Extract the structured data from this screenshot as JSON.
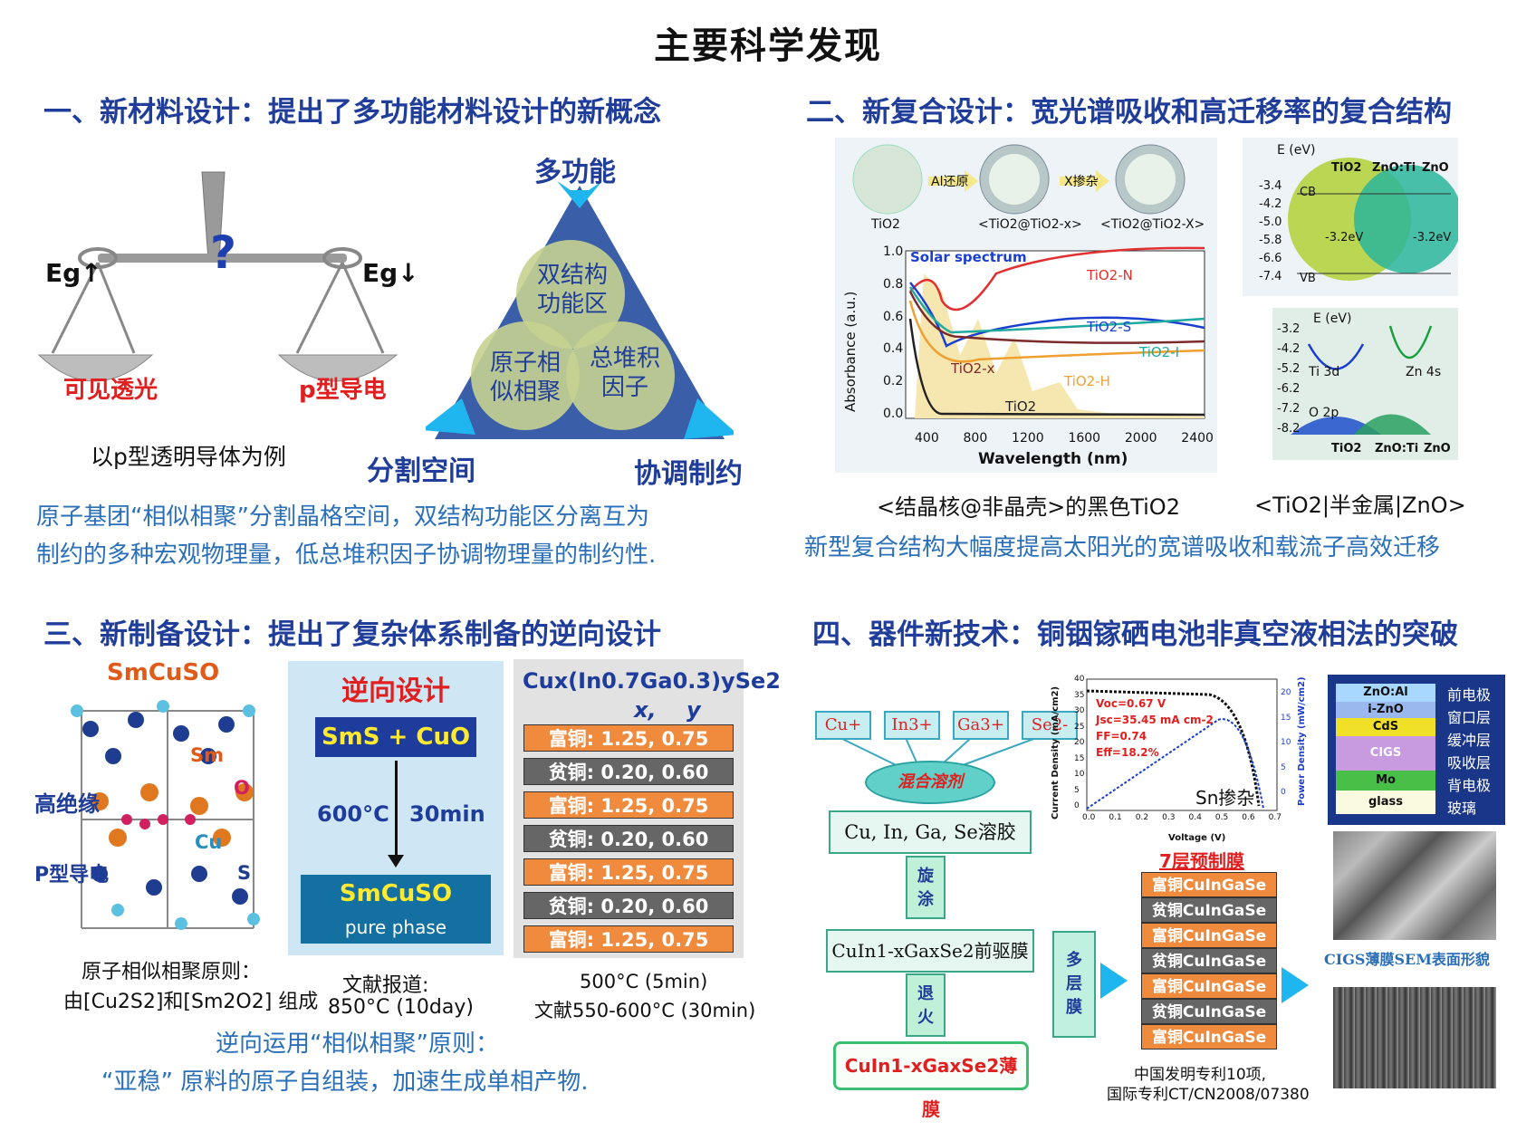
{
  "title": "主要科学发现",
  "s1": {
    "heading": "一、新材料设计：提出了多功能材料设计的新概念",
    "eg_up": "Eg↑",
    "eg_down": "Eg↓",
    "question": "?",
    "left_pan": "可见透光",
    "right_pan": "p型导电",
    "example": "以p型透明导体为例",
    "tri_top": "多功能",
    "tri_left": "分割空间",
    "tri_right": "协调制约",
    "c1": "双结构\n功能区",
    "c2": "原子相\n似相聚",
    "c3": "总堆积\n因子",
    "caption1": "原子基团“相似相聚”分割晶格空间，双结构功能区分离互为",
    "caption2": "制约的多种宏观物理量，低总堆积因子协调物理量的制约性."
  },
  "s2": {
    "heading": "二、新复合设计：宽光谱吸收和高迁移率的复合结构",
    "tio2": "TiO2",
    "al": "Al还原",
    "x": "X掺杂",
    "core1": "<TiO2@TiO2-x>",
    "core2": "<TiO2@TiO2-X>",
    "solar": "Solar spectrum",
    "series": [
      "TiO2-N",
      "TiO2-S",
      "TiO2-I",
      "TiO2-x",
      "TiO2-H",
      "TiO2"
    ],
    "ylabel": "Absorbance (a.u.)",
    "xlabel": "Wavelength (nm)",
    "xticks": [
      "400",
      "800",
      "1200",
      "1600",
      "2000",
      "2400"
    ],
    "yticks": [
      "0.0",
      "0.2",
      "0.4",
      "0.6",
      "0.8",
      "1.0"
    ],
    "band_e": "E (eV)",
    "band_labels": [
      "TiO2",
      "ZnO:Ti",
      "ZnO"
    ],
    "band_yticks": [
      "-3.4",
      "-4.2",
      "-5.0",
      "-5.8",
      "-6.6",
      "-7.4"
    ],
    "cb": "CB",
    "vb": "VB",
    "ev1": "-3.2eV",
    "ev2": "-3.2eV",
    "band2_yticks": [
      "-3.2",
      "-4.2",
      "-5.2",
      "-6.2",
      "-7.2",
      "-8.2"
    ],
    "ti3d": "Ti 3d",
    "zn4s": "Zn 4s",
    "o2p": "O 2p",
    "label_left": "<结晶核@非晶壳>的黑色TiO2",
    "label_right": "<TiO2|半金属|ZnO>",
    "caption": "新型复合结构大幅度提高太阳光的宽谱吸收和载流子高效迁移"
  },
  "s3": {
    "heading": "三、新制备设计：提出了复杂体系制备的逆向设计",
    "smcuso": "SmCuSO",
    "sm": "Sm",
    "o": "O",
    "cu": "Cu",
    "s": "S",
    "insul": "高绝缘",
    "ptype": "P型导电",
    "principle1": "原子相似相聚原则：",
    "principle2": "由[Cu2S2]和[Sm2O2] 组成",
    "rev_title": "逆向设计",
    "reactants": "SmS + CuO",
    "temp": "600°C",
    "time": "30min",
    "product": "SmCuSO",
    "phase": "pure phase",
    "lit1": "文献报道:",
    "lit2": "850°C (10day)",
    "formula": "Cux(In0.7Ga0.3)ySe2",
    "xy": "x,    y",
    "layers": [
      "富铜: 1.25, 0.75",
      "贫铜: 0.20, 0.60",
      "富铜: 1.25, 0.75",
      "贫铜: 0.20, 0.60",
      "富铜: 1.25, 0.75",
      "贫铜: 0.20, 0.60",
      "富铜: 1.25, 0.75"
    ],
    "cond1": "500°C (5min)",
    "cond2": "文献550-600°C (30min)",
    "caption1": "逆向运用“相似相聚”原则：",
    "caption2": "“亚稳” 原料的原子自组装，加速生成单相产物."
  },
  "s4": {
    "heading": "四、器件新技术：铜铟镓硒电池非真空液相法的突破",
    "ions": [
      "Cu+",
      "In3+",
      "Ga3+",
      "Se2-"
    ],
    "mix": "混合溶剂",
    "sol": "Cu, In, Ga, Se溶胶",
    "spin": "旋\n涂",
    "precursor": "CuIn1-xGaxSe2前驱膜",
    "anneal": "退\n火",
    "film": "CuIn1-xGaxSe2薄膜",
    "multi": "多\n层\n膜",
    "jv": {
      "voc": "Voc=0.67 V",
      "jsc": "Jsc=35.45 mA cm-2",
      "ff": "FF=0.74",
      "eff": "Eff=18.2%",
      "sn": "Sn掺杂",
      "ylabel": "Current Density (mA/cm2)",
      "y2label": "Power Density (mW/cm2)",
      "xlabel": "Voltage (V)",
      "yticks": [
        "0",
        "5",
        "10",
        "15",
        "20",
        "25",
        "30",
        "35",
        "40"
      ],
      "y2ticks": [
        "0",
        "5",
        "10",
        "15",
        "20"
      ],
      "xticks": [
        "0.0",
        "0.1",
        "0.2",
        "0.3",
        "0.4",
        "0.5",
        "0.6",
        "0.7"
      ]
    },
    "stack_title": "7层预制膜",
    "stack": [
      "富铜CuInGaSe",
      "贫铜CuInGaSe",
      "富铜CuInGaSe",
      "贫铜CuInGaSe",
      "富铜CuInGaSe",
      "贫铜CuInGaSe",
      "富铜CuInGaSe"
    ],
    "patent1": "中国发明专利10项,",
    "patent2": "国际专利CT/CN2008/07380",
    "device_layers": [
      "ZnO:Al",
      "i-ZnO",
      "CdS",
      "CIGS",
      "Mo",
      "glass"
    ],
    "device_names": [
      "前电极",
      "窗口层",
      "缓冲层",
      "吸收层",
      "背电极",
      "玻璃"
    ],
    "sem": "CIGS薄膜SEM表面形貌"
  }
}
